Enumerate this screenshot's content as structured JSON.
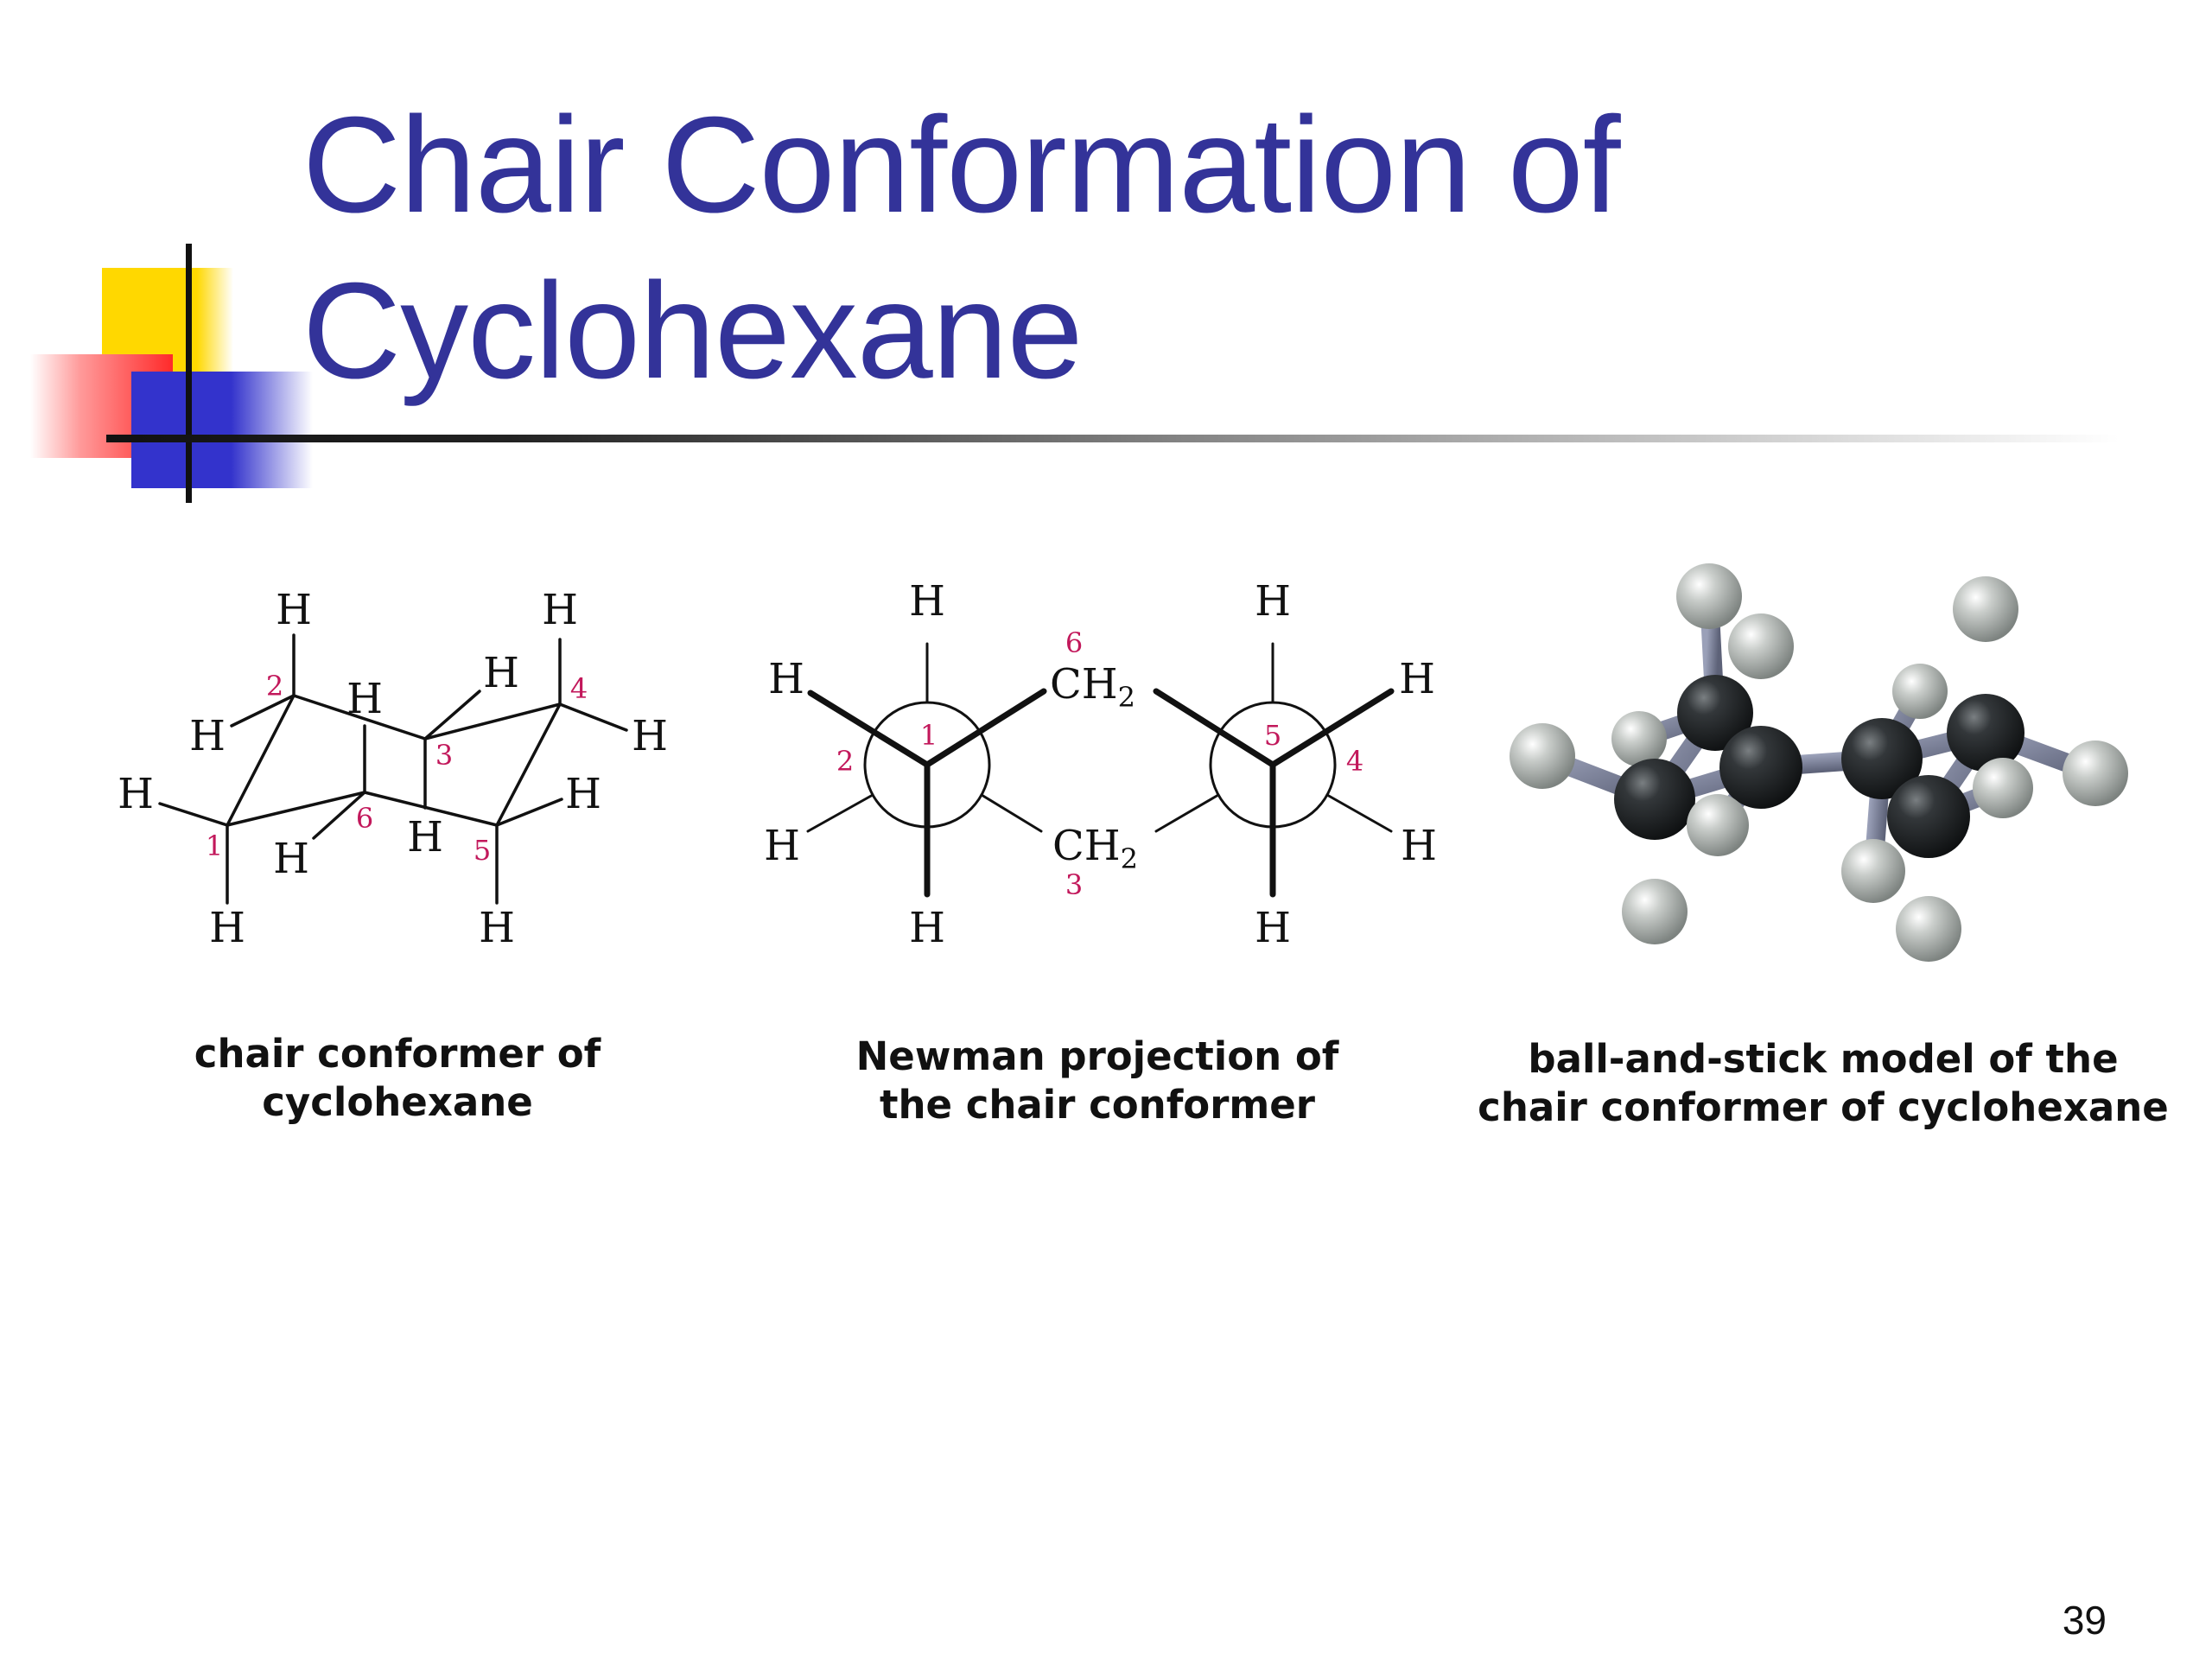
{
  "slide": {
    "title_lines": [
      "Chair Conformation of",
      "Cyclohexane"
    ],
    "title_color": "#333399",
    "page_number": "39"
  },
  "figures": {
    "chair": {
      "caption_lines": [
        "chair conformer of",
        "cyclohexane"
      ],
      "atom_label": "H",
      "carbon_numbers": [
        "1",
        "2",
        "3",
        "4",
        "5",
        "6"
      ]
    },
    "newman": {
      "caption_lines": [
        "Newman projection of",
        "the chair conformer"
      ],
      "atom_label": "H",
      "group_label": "CH",
      "group_subscript": "2",
      "carbon_numbers": [
        "1",
        "2",
        "3",
        "4",
        "5",
        "6"
      ]
    },
    "ballstick": {
      "caption_lines": [
        "ball-and-stick model of the",
        "chair conformer of cyclohexane"
      ]
    }
  },
  "colors": {
    "number_color": "#c2185b",
    "carbon_ball": "#262a2c",
    "hydrogen_ball": "#a9aeab",
    "bond_stick": "#7a7f96"
  }
}
